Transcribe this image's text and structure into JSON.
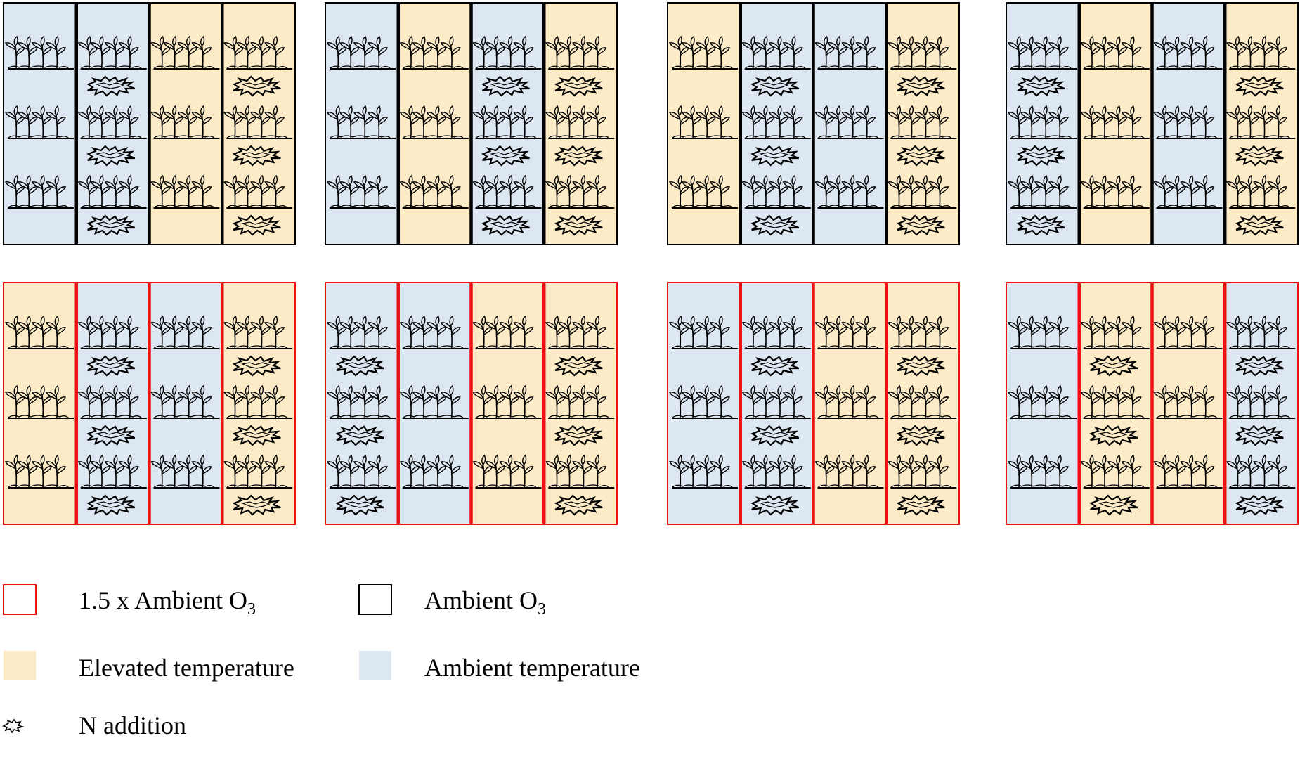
{
  "colors": {
    "elevated_temperature": "#fcebc6",
    "ambient_temperature": "#dce7f2",
    "elevated_o3_border": "#ee1111",
    "ambient_o3_border": "#000000",
    "symbol_stroke": "#000000"
  },
  "plots": [
    {
      "o3": "ambient",
      "strips": [
        {
          "temp": "ambient",
          "n": false
        },
        {
          "temp": "ambient",
          "n": true
        },
        {
          "temp": "elevated",
          "n": false
        },
        {
          "temp": "elevated",
          "n": true
        }
      ]
    },
    {
      "o3": "ambient",
      "strips": [
        {
          "temp": "ambient",
          "n": false
        },
        {
          "temp": "elevated",
          "n": false
        },
        {
          "temp": "ambient",
          "n": true
        },
        {
          "temp": "elevated",
          "n": true
        }
      ]
    },
    {
      "o3": "ambient",
      "strips": [
        {
          "temp": "elevated",
          "n": false
        },
        {
          "temp": "ambient",
          "n": true
        },
        {
          "temp": "ambient",
          "n": false
        },
        {
          "temp": "elevated",
          "n": true
        }
      ]
    },
    {
      "o3": "ambient",
      "strips": [
        {
          "temp": "ambient",
          "n": true
        },
        {
          "temp": "elevated",
          "n": false
        },
        {
          "temp": "ambient",
          "n": false
        },
        {
          "temp": "elevated",
          "n": true
        }
      ]
    },
    {
      "o3": "elevated",
      "strips": [
        {
          "temp": "elevated",
          "n": false
        },
        {
          "temp": "ambient",
          "n": true
        },
        {
          "temp": "ambient",
          "n": false
        },
        {
          "temp": "elevated",
          "n": true
        }
      ]
    },
    {
      "o3": "elevated",
      "strips": [
        {
          "temp": "ambient",
          "n": true
        },
        {
          "temp": "ambient",
          "n": false
        },
        {
          "temp": "elevated",
          "n": false
        },
        {
          "temp": "elevated",
          "n": true
        }
      ]
    },
    {
      "o3": "elevated",
      "strips": [
        {
          "temp": "ambient",
          "n": false
        },
        {
          "temp": "ambient",
          "n": true
        },
        {
          "temp": "elevated",
          "n": false
        },
        {
          "temp": "elevated",
          "n": true
        }
      ]
    },
    {
      "o3": "elevated",
      "strips": [
        {
          "temp": "ambient",
          "n": false
        },
        {
          "temp": "elevated",
          "n": true
        },
        {
          "temp": "elevated",
          "n": false
        },
        {
          "temp": "ambient",
          "n": true
        }
      ]
    }
  ],
  "legend": {
    "elevated_o3": {
      "text": "1.5 x Ambient O",
      "sub": "3"
    },
    "ambient_o3": {
      "text": "Ambient O",
      "sub": "3"
    },
    "elevated_temp": "Elevated temperature",
    "ambient_temp": "Ambient temperature",
    "n_addition": "N addition"
  }
}
